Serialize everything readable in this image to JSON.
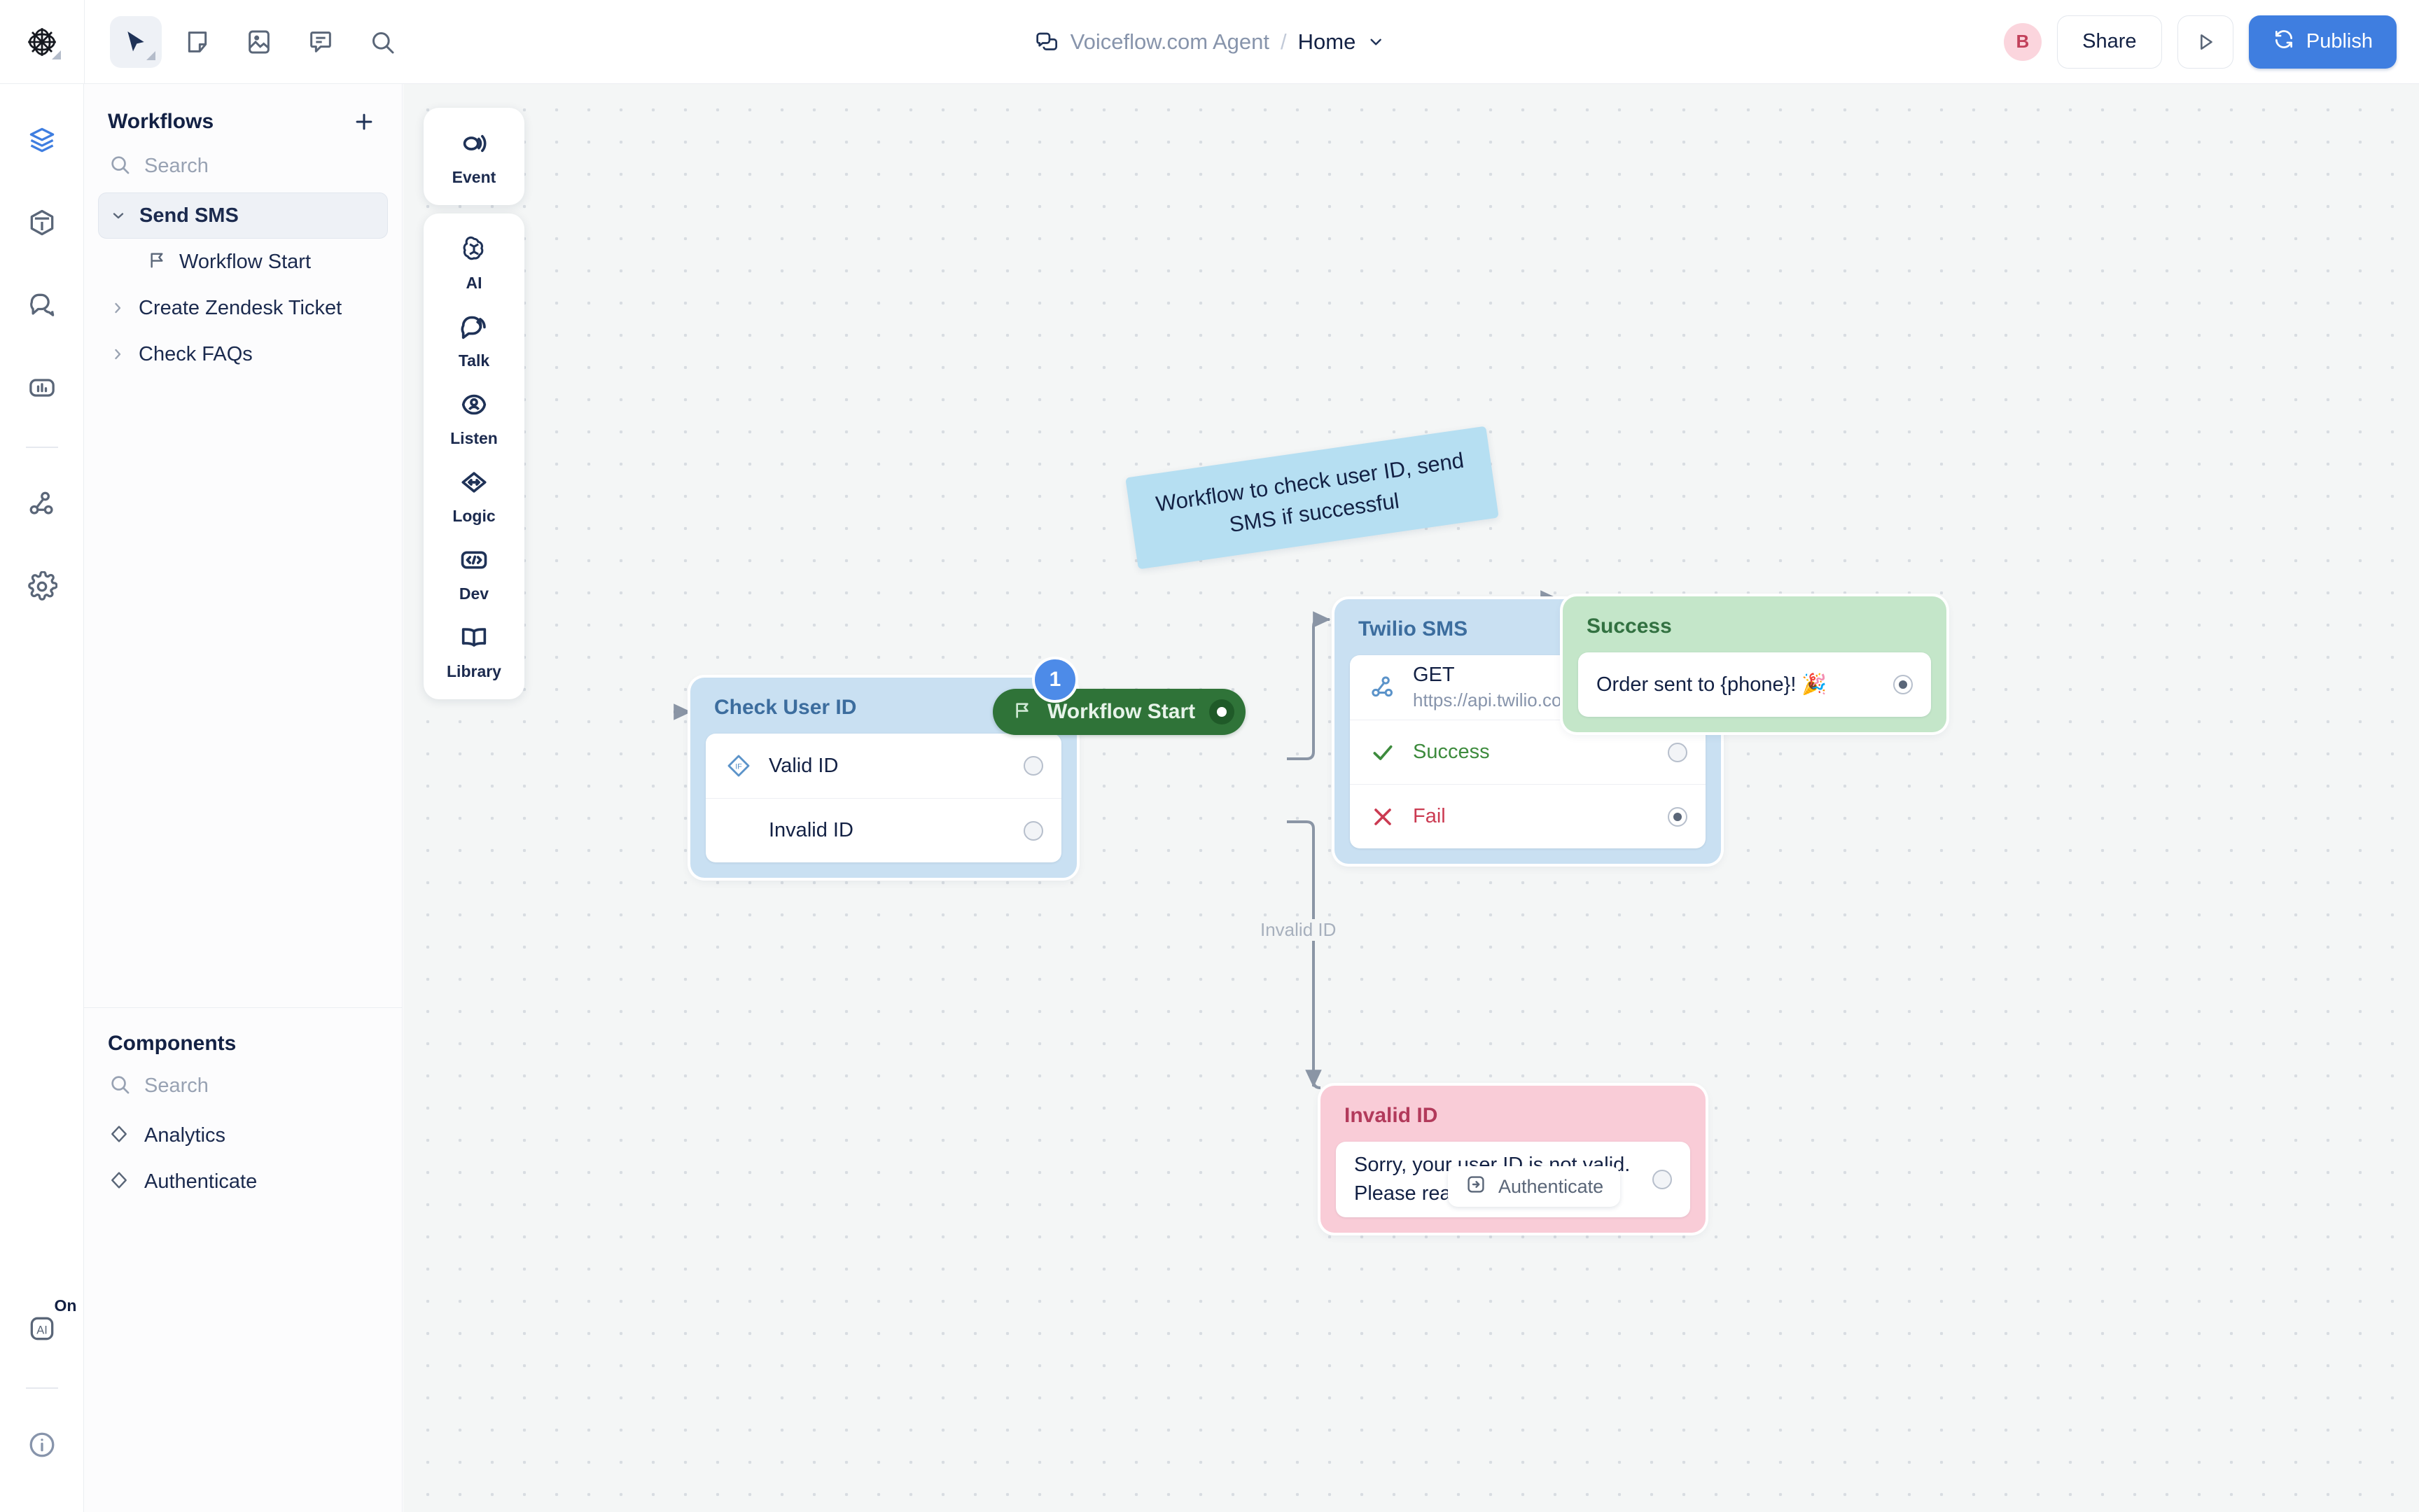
{
  "topbar": {
    "tools": [
      {
        "name": "cursor-tool",
        "icon": "cursor-icon",
        "active": true
      },
      {
        "name": "note-tool",
        "icon": "sticky-note-icon",
        "active": false
      },
      {
        "name": "image-tool",
        "icon": "image-icon",
        "active": false
      },
      {
        "name": "comment-tool",
        "icon": "comment-icon",
        "active": false
      },
      {
        "name": "search-tool",
        "icon": "search-icon",
        "active": false
      }
    ],
    "breadcrumb": {
      "icon": "agent-chat-icon",
      "app": "Voiceflow.com Agent",
      "separator": "/",
      "page": "Home",
      "caret": "chevron-down-icon"
    },
    "avatar_initial": "B",
    "share_label": "Share",
    "run_icon": "play-icon",
    "publish_label": "Publish",
    "publish_icon": "refresh-icon",
    "publish_color": "#3f7ee0"
  },
  "rail": {
    "items": [
      {
        "name": "sidebar-rail-workflows",
        "icon": "layers-icon",
        "active": true
      },
      {
        "name": "sidebar-rail-knowledge",
        "icon": "cube-icon",
        "active": false
      },
      {
        "name": "sidebar-rail-conversations",
        "icon": "chat-bubbles-icon",
        "active": false
      },
      {
        "name": "sidebar-rail-analytics",
        "icon": "analytics-icon",
        "active": false
      },
      {
        "name": "sidebar-rail-integrations",
        "icon": "nodes-icon",
        "active": false
      },
      {
        "name": "sidebar-rail-settings",
        "icon": "gear-icon",
        "active": false
      }
    ],
    "ai_toggle": {
      "icon": "ai-icon",
      "badge": "On"
    },
    "info": {
      "icon": "info-icon"
    }
  },
  "sidebar": {
    "workflows": {
      "title": "Workflows",
      "add_icon": "plus-icon",
      "search_placeholder": "Search",
      "items": [
        {
          "label": "Send SMS",
          "expanded": true,
          "selected": true
        },
        {
          "label": "Workflow Start",
          "child": true,
          "icon": "flag-icon"
        },
        {
          "label": "Create Zendesk Ticket",
          "expanded": false,
          "selected": false
        },
        {
          "label": "Check FAQs",
          "expanded": false,
          "selected": false
        }
      ]
    },
    "components": {
      "title": "Components",
      "search_placeholder": "Search",
      "items": [
        {
          "label": "Analytics",
          "icon": "diamond-icon"
        },
        {
          "label": "Authenticate",
          "icon": "diamond-icon"
        }
      ]
    }
  },
  "palette": {
    "groups": [
      {
        "items": [
          {
            "label": "Event",
            "icon": "event-icon"
          }
        ]
      },
      {
        "items": [
          {
            "label": "AI",
            "icon": "ai-swirl-icon"
          },
          {
            "label": "Talk",
            "icon": "talk-bubble-icon"
          },
          {
            "label": "Listen",
            "icon": "listen-person-icon"
          },
          {
            "label": "Logic",
            "icon": "logic-diamond-icon"
          },
          {
            "label": "Dev",
            "icon": "code-icon"
          },
          {
            "label": "Library",
            "icon": "book-icon"
          }
        ]
      }
    ]
  },
  "canvas": {
    "sticky_note": {
      "text": "Workflow to check user ID, send SMS if successful",
      "color": "#b6dff2"
    },
    "start_node": {
      "label": "Workflow Start",
      "badge": "1",
      "icon": "flag-icon",
      "color": "#2f7338"
    },
    "nodes": [
      {
        "name": "check-user-id",
        "title": "Check User ID",
        "color": "#c9e0f2",
        "rows": [
          {
            "icon": "if-diamond-icon",
            "text": "Valid ID",
            "port": "open"
          },
          {
            "icon": null,
            "text": "Invalid ID",
            "port": "open"
          }
        ]
      },
      {
        "name": "twilio-sms",
        "title": "Twilio SMS",
        "color": "#c9e0f2",
        "rows": [
          {
            "icon": "api-nodes-icon",
            "text": "GET",
            "sub": "https://api.twilio.com",
            "port": null
          },
          {
            "icon": "check-icon",
            "text": "Success",
            "port": "open",
            "text_color": "#3d8b3d"
          },
          {
            "icon": "cross-icon",
            "text": "Fail",
            "port": "filled",
            "text_color": "#cb3b52"
          }
        ]
      },
      {
        "name": "success",
        "title": "Success",
        "color": "#c4e6c9",
        "rows": [
          {
            "icon": null,
            "text": "Order sent to {phone}! 🎉",
            "port": "filled"
          }
        ]
      },
      {
        "name": "invalid-id",
        "title": "Invalid ID",
        "color": "#f9ccd7",
        "rows": [
          {
            "icon": null,
            "text": "Sorry, your user ID is not valid.\nPlease reauthenticate.",
            "port": "open"
          }
        ]
      }
    ],
    "edge_labels": [
      {
        "text": "Invalid ID"
      }
    ],
    "chips": [
      {
        "label": "Authenticate",
        "icon": "authenticate-icon"
      }
    ]
  }
}
